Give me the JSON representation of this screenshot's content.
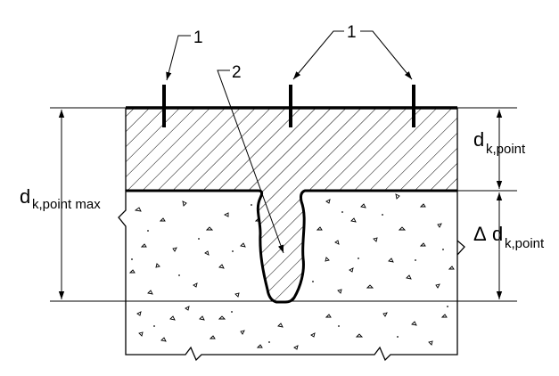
{
  "labels": {
    "marker_1_left": "1",
    "marker_1_right": "1",
    "marker_2": "2",
    "d_max_main": "d",
    "d_max_sub": "k,point max",
    "d_point_main": "d",
    "d_point_sub": "k,point",
    "delta_symbol": "Δ",
    "delta_d_main": "d",
    "delta_d_sub": "k,point"
  },
  "colors": {
    "ink": "#000000",
    "background": "#ffffff"
  },
  "icons": {
    "break_line": "zigzag-break-icon",
    "dimension_arrow": "dimension-arrow-icon"
  }
}
